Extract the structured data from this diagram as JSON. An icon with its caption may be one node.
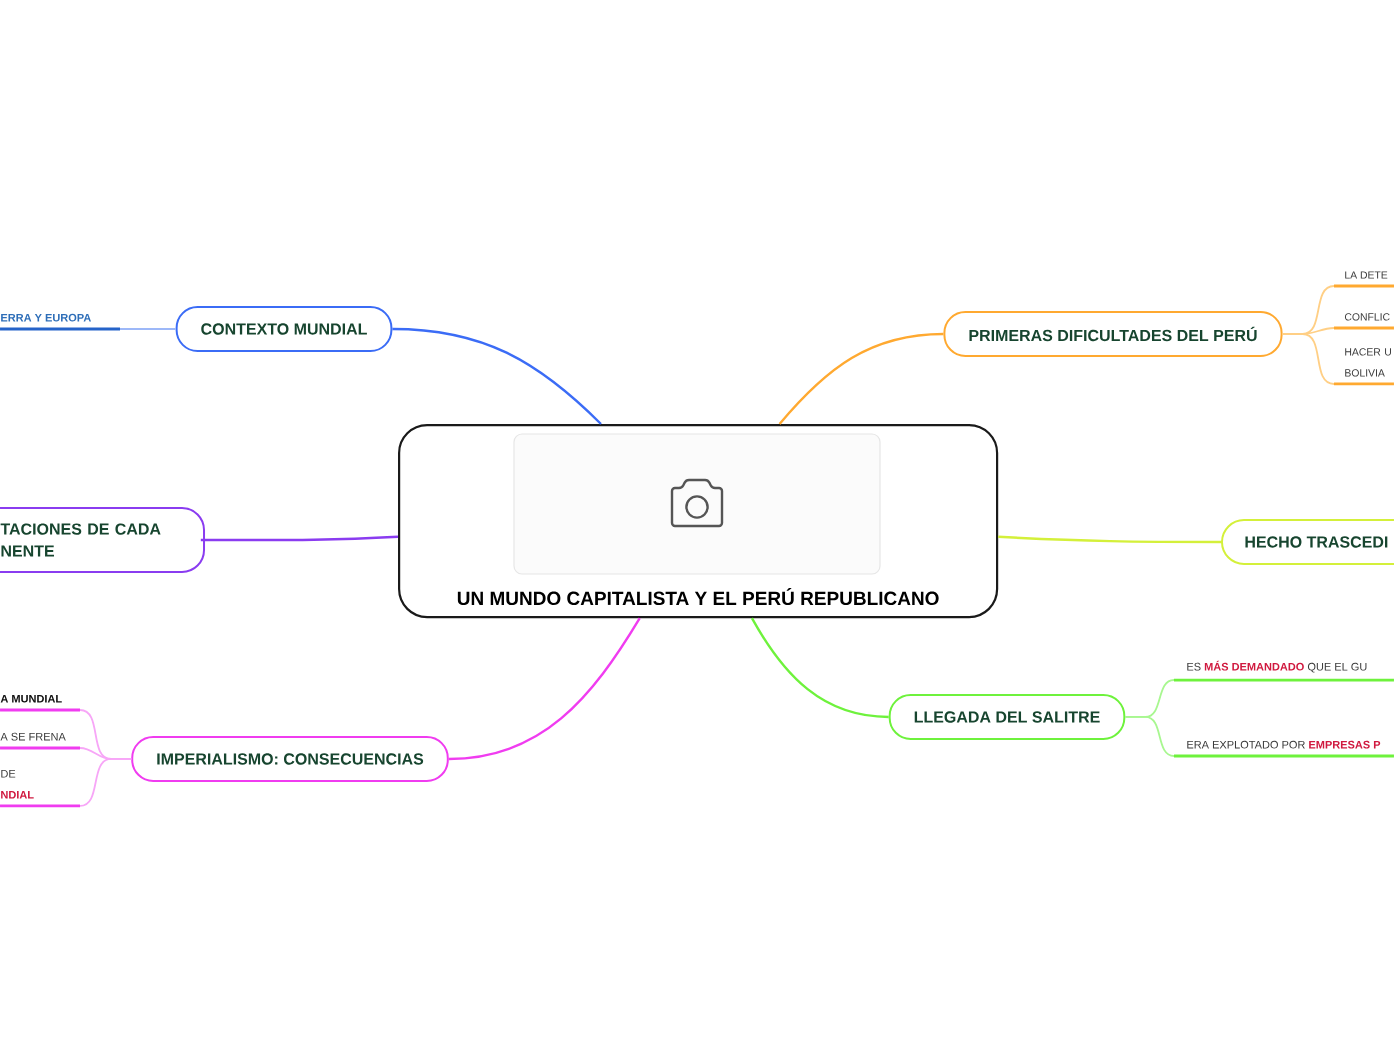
{
  "diagram": {
    "nodes": [
      {
        "text": [
          "UN MUNDO CAPITALISTA Y EL PERÚ REPUBLICANO"
        ]
      },
      {
        "text": [
          "CONTEXTO MUNDIAL"
        ]
      },
      {
        "text": [
          "ERRA Y EUROPA"
        ]
      },
      {
        "text": [
          "TACIONES DE CADA NENTE"
        ]
      },
      {
        "text": [
          "IMPERIALISMO: CONSECUENCIAS"
        ]
      },
      {
        "text": [
          "A MUNDIAL"
        ]
      },
      {
        "text": [
          "A SE FRENA"
        ]
      },
      {
        "text": [
          "DE **NDIAL**"
        ]
      },
      {
        "text": [
          "PRIMERAS DIFICULTADES DEL PERÚ"
        ]
      },
      {
        "text": [
          "LA DETE"
        ]
      },
      {
        "text": [
          "CONFLIC"
        ]
      },
      {
        "text": [
          "HACER U BOLIVIA"
        ]
      },
      {
        "text": [
          "HECHO TRASCEDI"
        ]
      },
      {
        "text": [
          "LLEGADA DEL SALITRE"
        ]
      },
      {
        "text": [
          "ES **MÁS DEMANDADO** QUE EL GU"
        ]
      },
      {
        "text": [
          "ERA EXPLOTADO POR **EMPRESAS P**"
        ]
      }
    ],
    "edges": [
      {
        "from": 0,
        "to": 1,
        "arrow": "none",
        "color": "#3b6cf6"
      },
      {
        "from": 1,
        "to": 2,
        "arrow": "none",
        "color": "#9db8f8"
      },
      {
        "from": 0,
        "to": 3,
        "arrow": "none",
        "color": "#8a3cf0"
      },
      {
        "from": 0,
        "to": 4,
        "arrow": "none",
        "color": "#f03cf0"
      },
      {
        "from": 4,
        "to": 5,
        "arrow": "none",
        "color": "#f7a6f7"
      },
      {
        "from": 4,
        "to": 6,
        "arrow": "none",
        "color": "#f7a6f7"
      },
      {
        "from": 4,
        "to": 7,
        "arrow": "none",
        "color": "#f7a6f7"
      },
      {
        "from": 0,
        "to": 8,
        "arrow": "none",
        "color": "#ffa930"
      },
      {
        "from": 8,
        "to": 9,
        "arrow": "none",
        "color": "#ffcf85"
      },
      {
        "from": 8,
        "to": 10,
        "arrow": "none",
        "color": "#ffcf85"
      },
      {
        "from": 8,
        "to": 11,
        "arrow": "none",
        "color": "#ffcf85"
      },
      {
        "from": 0,
        "to": 12,
        "arrow": "none",
        "color": "#d4f03a"
      },
      {
        "from": 0,
        "to": 13,
        "arrow": "none",
        "color": "#6ef23c"
      },
      {
        "from": 13,
        "to": 14,
        "arrow": "none",
        "color": "#a8f790"
      },
      {
        "from": 13,
        "to": 15,
        "arrow": "none",
        "color": "#a8f790"
      }
    ]
  }
}
